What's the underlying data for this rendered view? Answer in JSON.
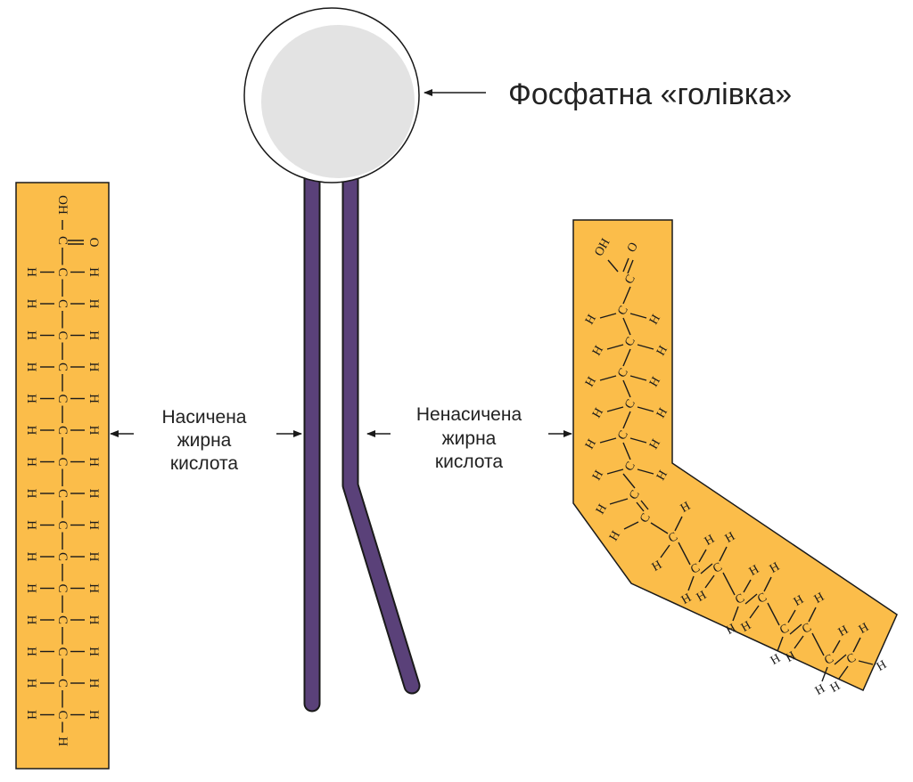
{
  "labels": {
    "phosphate_head": "Фосфатна «голівка»",
    "saturated": [
      "Насичена",
      "жирна",
      "кислота"
    ],
    "unsaturated": [
      "Ненасичена",
      "жирна",
      "кислота"
    ]
  },
  "atoms": {
    "carbon": "C",
    "hydrogen": "H",
    "oxygen": "O",
    "hydroxyl": "OH"
  },
  "colors": {
    "fatty_acid_fill": "#fbbd4a",
    "tail_fill": "#5a4179",
    "head_fill": "#e3e3e3",
    "outline": "#1a1a1a"
  }
}
